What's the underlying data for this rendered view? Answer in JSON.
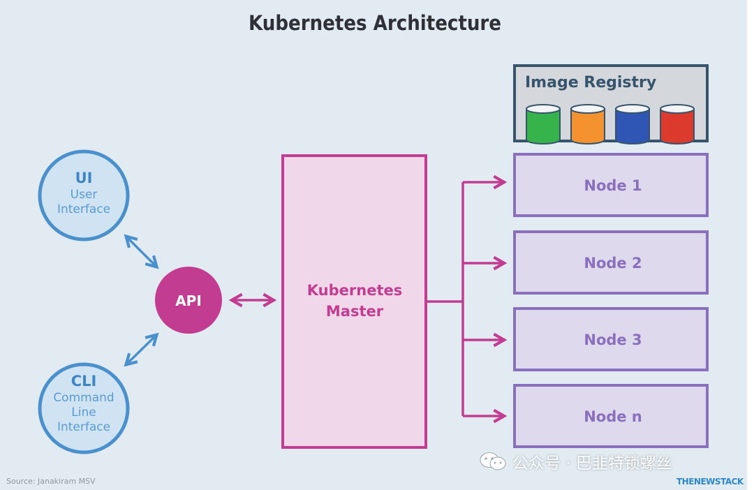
{
  "title": "Kubernetes Architecture",
  "clients": {
    "ui": {
      "abbr": "UI",
      "line1": "User",
      "line2": "Interface"
    },
    "cli": {
      "abbr": "CLI",
      "line1": "Command",
      "line2": "Line",
      "line3": "Interface"
    }
  },
  "api": {
    "label": "API"
  },
  "master": {
    "line1": "Kubernetes",
    "line2": "Master"
  },
  "registry": {
    "label": "Image Registry",
    "drum_colors": [
      "#36b34a",
      "#f3922f",
      "#2f55b5",
      "#db3a2c"
    ]
  },
  "nodes": [
    {
      "label": "Node 1"
    },
    {
      "label": "Node 2"
    },
    {
      "label": "Node 3"
    },
    {
      "label": "Node n"
    }
  ],
  "source": "Source: Janakiram MSV",
  "brand": "THENEWSTACK",
  "watermark": "公众号 · 巴韭特锁螺丝",
  "colors": {
    "client_blue": "#4a90cc",
    "master_pink": "#c23d92",
    "node_purple": "#8a6fbd",
    "registry_frame": "#36546b"
  }
}
